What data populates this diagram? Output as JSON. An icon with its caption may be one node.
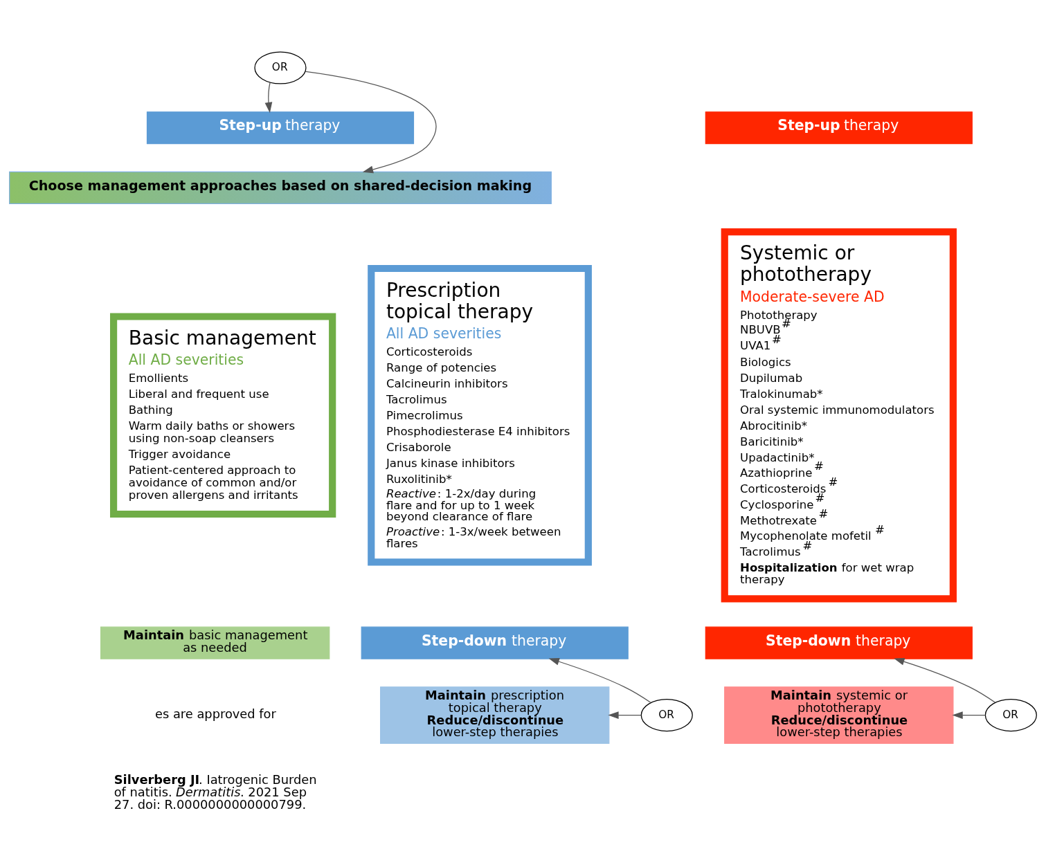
{
  "diagram": {
    "nodes": [
      {
        "text": [
          "OR"
        ]
      },
      {
        "text": [
          "**Step-up** therapy"
        ]
      },
      {
        "text": [
          "Choose management approaches based on shared-decision making"
        ]
      },
      {
        "text": [
          "Basic management",
          "All AD severities",
          "Emollients",
          "Liberal and frequent use",
          "Bathing",
          "Warm daily baths or showers using non-soap cleansers",
          "Trigger avoidance",
          "Patient-centered approach to avoidance of common and/or proven allergens and irritants"
        ]
      },
      {
        "text": [
          "**Maintain** basic management as needed"
        ]
      },
      {
        "text": [
          "Prescription topical therapy",
          "All AD severities",
          "Corticosteroids",
          "Range of potencies",
          "Calcineurin inhibitors",
          "Tacrolimus",
          "Pimecrolimus",
          "Phosphodiesterase E4 inhibitors",
          "Crisaborole",
          "Janus kinase inhibitors",
          "Ruxolitinib*",
          "*Reactive*: 1-2x/day during flare and for up to 1 week beyond clearance of flare",
          "*Proactive*: 1-3x/week between flares"
        ]
      },
      {
        "text": [
          "**Step-down** therapy"
        ]
      },
      {
        "text": [
          "**Maintain** prescription topical therapy",
          "**Reduce/discontinue** lower-step therapies"
        ]
      },
      {
        "text": [
          "**Step-up** therapy"
        ]
      },
      {
        "text": [
          "Systemic or phototherapy",
          "Moderate-severe AD",
          "Phototherapy",
          "NBUVB$^{#}$",
          "UVA1$^{#}$",
          "Biologics",
          "Dupilumab",
          "Tralokinumab*",
          "Oral systemic immunomodulators",
          "Abrocitinib*",
          "Baricitinib*",
          "Upadactinib*",
          "Azathioprine$^{#}$",
          "Corticosteroids$^{#}$",
          "Cyclosporine$^{#}$",
          "Methotrexate$^{#}$",
          "Mycophenolate mofetil$^{#}$",
          "Tacrolimus$^{#}$",
          "**Hospitalization** for wet wrap therapy"
        ]
      },
      {
        "text": [
          "**Step-down** therapy"
        ]
      },
      {
        "text": [
          "**Maintain** systemic or phototherapy",
          "**Reduce/discontinue** lower-step therapies"
        ]
      },
      {
        "text": [
          "OR"
        ]
      },
      {
        "text": [
          "OR"
        ]
      }
    ],
    "edges": [
      {
        "from": 0,
        "to": 1,
        "arrow": "to"
      },
      {
        "from": 0,
        "to": 2,
        "arrow": "to"
      },
      {
        "from": 12,
        "to": 6,
        "arrow": "to"
      },
      {
        "from": 12,
        "to": 7,
        "arrow": "to"
      },
      {
        "from": 13,
        "to": 10,
        "arrow": "to"
      },
      {
        "from": 13,
        "to": 11,
        "arrow": "to"
      }
    ],
    "labels": [
      "es are approved for",
      "**Silverberg JI**. Iatrogenic Burden of natitis. *Dermatitis*. 2021 Sep 27. doi: R.0000000000000799."
    ]
  }
}
